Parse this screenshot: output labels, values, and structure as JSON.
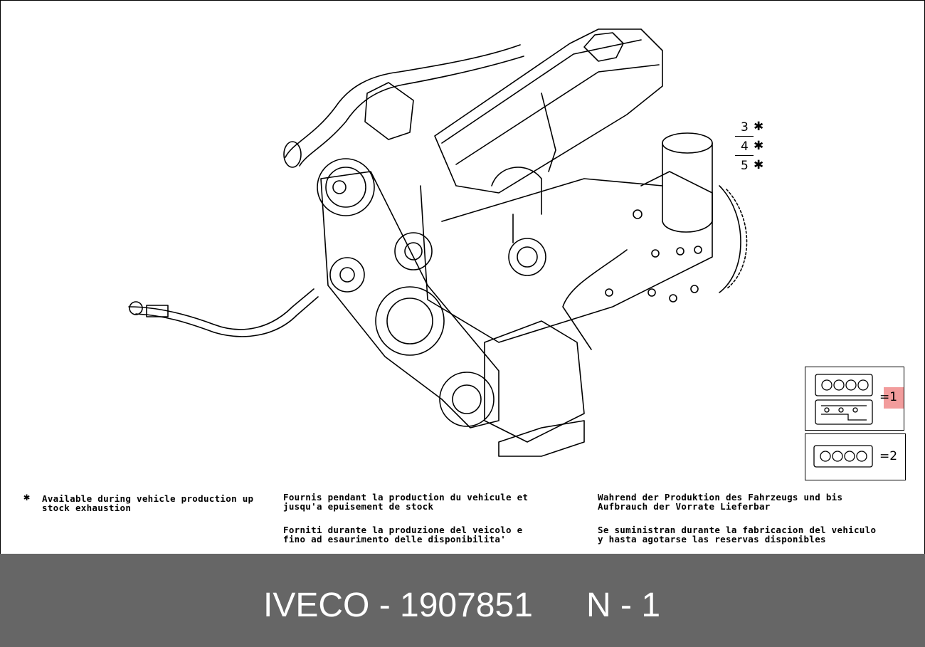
{
  "callouts": [
    {
      "number": "3",
      "mark": "✱"
    },
    {
      "number": "4",
      "mark": "✱"
    },
    {
      "number": "5",
      "mark": "✱"
    }
  ],
  "kits": [
    {
      "label": "=1",
      "highlighted": true
    },
    {
      "label": "=2",
      "highlighted": false
    }
  ],
  "notes": {
    "mark": "✱",
    "english": "Available during vehicle production up\nstock exhaustion",
    "french": "Fournis pendant la production du vehicule et\njusqu'a epuisement de stock",
    "italian": "Forniti durante la produzione del veicolo e\nfino ad esaurimento delle disponibilita'",
    "german": "Wahrend der Produktion des Fahrzeugs und bis\nAufbrauch der Vorrate Lieferbar",
    "spanish": "Se suministran durante la fabricacion del vehiculo\ny hasta agotarse las reservas disponibles"
  },
  "footer": {
    "brand_part": "IVECO - 1907851",
    "page_ref": "N - 1"
  },
  "colors": {
    "footer_bg": "#666666",
    "footer_text": "#ffffff",
    "highlight": "#f29c9c"
  }
}
